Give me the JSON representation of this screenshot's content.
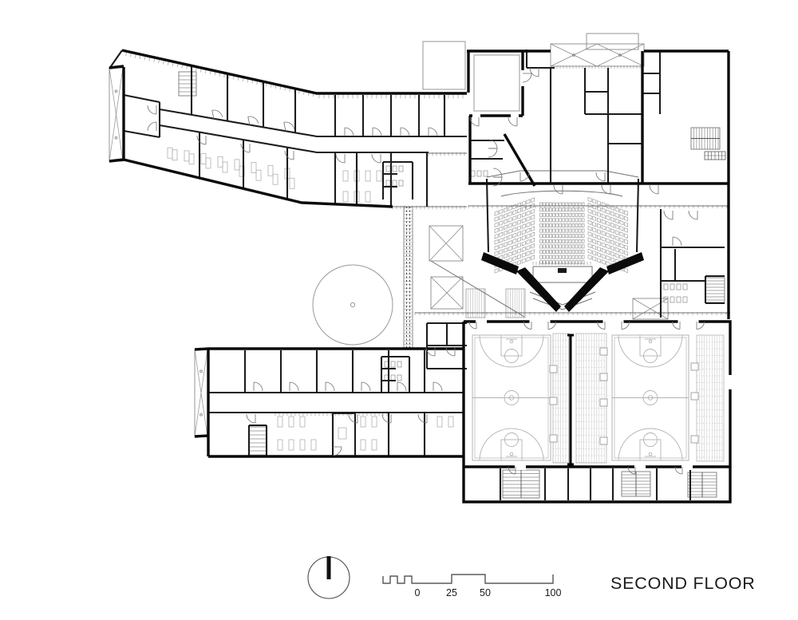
{
  "title": {
    "label": "SECOND FLOOR"
  },
  "scale_bar": {
    "labels": [
      "0",
      "25",
      "50",
      "100"
    ]
  },
  "colors": {
    "paper": "#ffffff",
    "wall_heavy": "#0a0a0a",
    "wall_medium": "#1c1c1c",
    "line_thin": "#6f6f6f",
    "line_light": "#a8a8a8",
    "hatch": "#9a9a9a",
    "court": "#b3b3b3",
    "seat": "#8d8d8d",
    "furniture": "#b0b0b0",
    "text": "#161616"
  },
  "plan": {
    "auditorium": {
      "sections": [
        {
          "name": "left",
          "rows": 11,
          "seats_per_row": 9
        },
        {
          "name": "center",
          "rows": 12,
          "seats_per_row": 14
        },
        {
          "name": "right",
          "rows": 11,
          "seats_per_row": 9
        }
      ]
    },
    "gymnasium": {
      "basketball_courts": 2,
      "bleacher_strips": 3,
      "has_dividing_partition": true
    },
    "skylight_xboxes": 4,
    "stair_runs": 7,
    "has_circular_feature": true,
    "has_glazed_bridge": true
  }
}
